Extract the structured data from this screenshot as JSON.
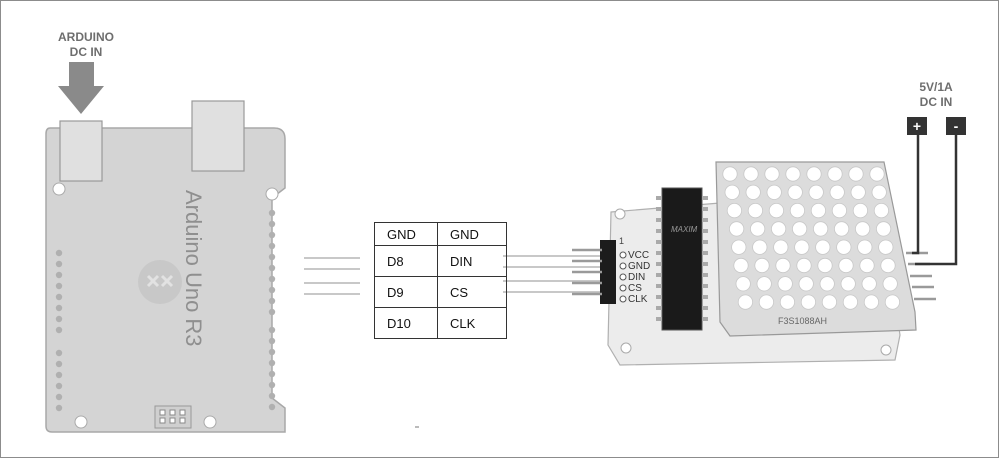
{
  "arduino": {
    "power_label_line1": "ARDUINO",
    "power_label_line2": "DC IN",
    "board_name": "Arduino Uno R3"
  },
  "external_power": {
    "label_line1": "5V/1A",
    "label_line2": "DC IN",
    "plus_symbol": "+",
    "minus_symbol": "-"
  },
  "pin_table": {
    "rows": [
      {
        "arduino_pin": "GND",
        "module_pin": "GND"
      },
      {
        "arduino_pin": "D8",
        "module_pin": "DIN"
      },
      {
        "arduino_pin": "D9",
        "module_pin": "CS"
      },
      {
        "arduino_pin": "D10",
        "module_pin": "CLK"
      }
    ]
  },
  "module": {
    "header_marker": "1",
    "pin_labels": [
      "VCC",
      "GND",
      "DIN",
      "CS",
      "CLK"
    ],
    "chip_brand": "MAXIM",
    "matrix_part": "F3S1088AH"
  },
  "colors": {
    "board_fill": "#d4d4d4",
    "arrow_fill": "#8a8a8a",
    "label_text": "#6e6e6e",
    "wire": "#b5b5b5",
    "terminal_fill": "#333333"
  }
}
